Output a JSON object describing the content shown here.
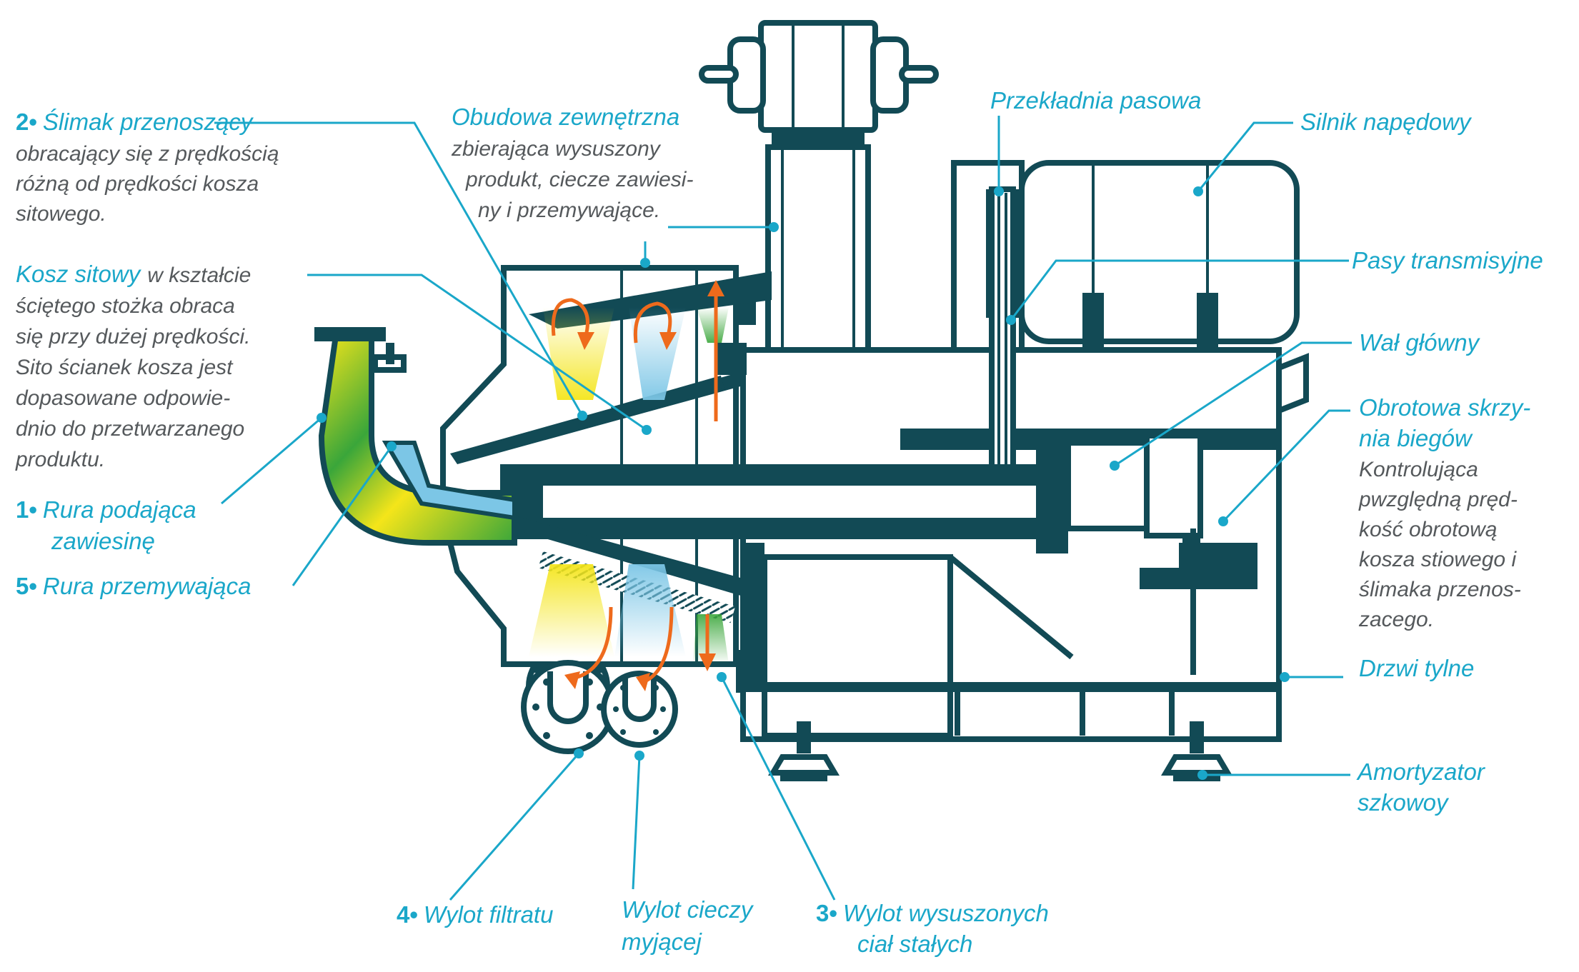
{
  "colors": {
    "machine": "#124a55",
    "label": "#1aa7c9",
    "description": "#55595c",
    "arrow": "#ee6a1c",
    "feed_yellow": "#f4e51a",
    "feed_green": "#3aa63a",
    "wash_blue": "#7cc6e6"
  },
  "labels": {
    "slimak": {
      "num": "2•",
      "title": "Ślimak przenoszący",
      "lines": [
        "obracający się z prędkością",
        "różną od prędkości kosza",
        "sitowego."
      ]
    },
    "obudowa": {
      "title": "Obudowa zewnętrzna",
      "lines": [
        "zbierająca wysuszony",
        "produkt, ciecze zawiesi-",
        "ny i przemywające."
      ]
    },
    "przekladnia": {
      "title": "Przekładnia pasowa"
    },
    "silnik": {
      "title": "Silnik napędowy"
    },
    "pasy": {
      "title": "Pasy transmisyjne"
    },
    "wal": {
      "title": "Wał główny"
    },
    "skrzynia": {
      "title_lines": [
        "Obrotowa skrzy-",
        "nia biegów"
      ],
      "lines": [
        "Kontrolująca",
        "pwzględną pręd-",
        "kość obrotową",
        "kosza stiowego i",
        "ślimaka przenos-",
        "zacego."
      ]
    },
    "drzwi": {
      "title": "Drzwi tylne"
    },
    "amortyzator": {
      "title_lines": [
        "Amortyzator",
        "szkowoy"
      ]
    },
    "kosz": {
      "title": "Kosz sitowy",
      "first_line_rest": "w kształcie",
      "lines": [
        "ściętego stożka obraca",
        "się przy dużej prędkości.",
        "Sito ścianek kosza jest",
        "dopasowane odpowie-",
        "dnio do przetwarzanego",
        "produktu."
      ]
    },
    "rura_podajaca": {
      "num": "1•",
      "title_lines": [
        "Rura podająca",
        "zawiesinę"
      ]
    },
    "rura_przemywajaca": {
      "num": "5•",
      "title": "Rura przemywająca"
    },
    "wylot_filtratu": {
      "num": "4•",
      "title": "Wylot filtratu"
    },
    "wylot_cieczy": {
      "title_lines": [
        "Wylot cieczy",
        "myjącej"
      ]
    },
    "wylot_cial": {
      "num": "3•",
      "title_lines": [
        "Wylot wysuszonych",
        "ciał stałych"
      ]
    }
  }
}
